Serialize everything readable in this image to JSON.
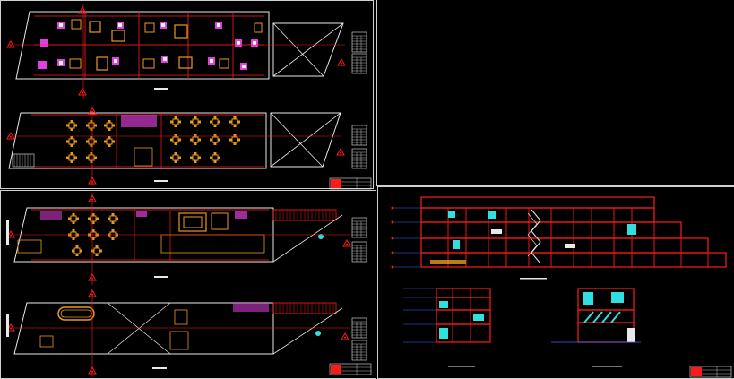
{
  "app": {
    "title": ""
  },
  "viewports": [
    {
      "id": "plan-sheet-top",
      "caption": ""
    },
    {
      "id": "plan-sheet-bottom",
      "caption": ""
    },
    {
      "id": "blank-sheet",
      "caption": ""
    },
    {
      "id": "elevation-sheet",
      "caption": ""
    }
  ],
  "colors": {
    "background": "#000000",
    "sheet_border": "#cfcfcf",
    "walls": "#ff1a1a",
    "furniture": "#e89a1e",
    "fixtures": "#e040e0",
    "glass": "#2ee0e0",
    "lines": "#e8e8e8"
  },
  "icons": [
    "axis-marker-icon",
    "section-marker-icon",
    "title-block-icon",
    "legend-table-icon"
  ]
}
